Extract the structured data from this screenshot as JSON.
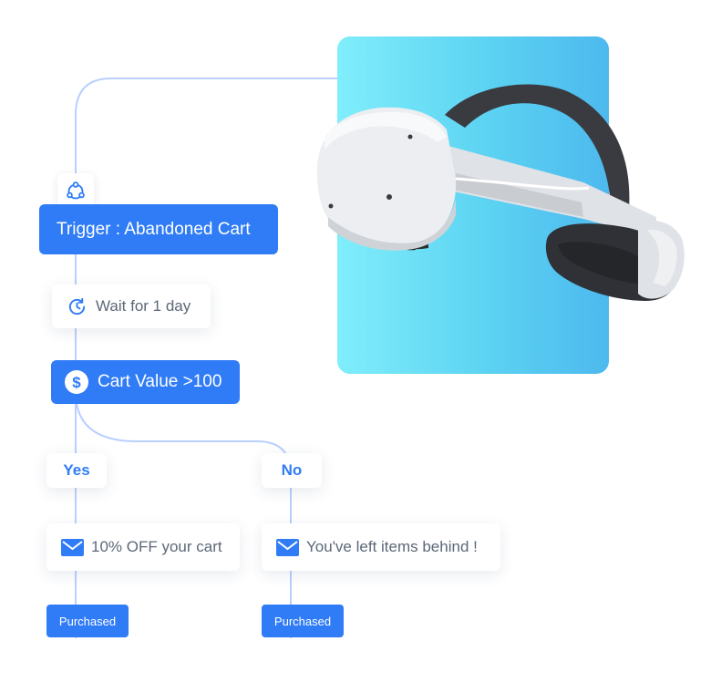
{
  "workflow": {
    "trigger_label": "Trigger : Abandoned Cart",
    "wait_label": "Wait for 1 day",
    "condition_label": "Cart Value >100",
    "branches": {
      "yes": {
        "label": "Yes",
        "email_label": "10% OFF your cart",
        "result_label": "Purchased"
      },
      "no": {
        "label": "No",
        "email_label": "You've left items behind !",
        "result_label": "Purchased"
      }
    }
  },
  "colors": {
    "primary": "#2f7cf6",
    "connector": "#b9d0ff",
    "card_gradient_start": "#80eefb",
    "card_gradient_end": "#4db9ee",
    "muted_text": "#5c6878"
  },
  "icons": {
    "trigger": "network-nodes-icon",
    "wait": "clock-refresh-icon",
    "condition": "dollar-icon",
    "email": "envelope-icon"
  },
  "image": {
    "subject": "vr-headset"
  }
}
